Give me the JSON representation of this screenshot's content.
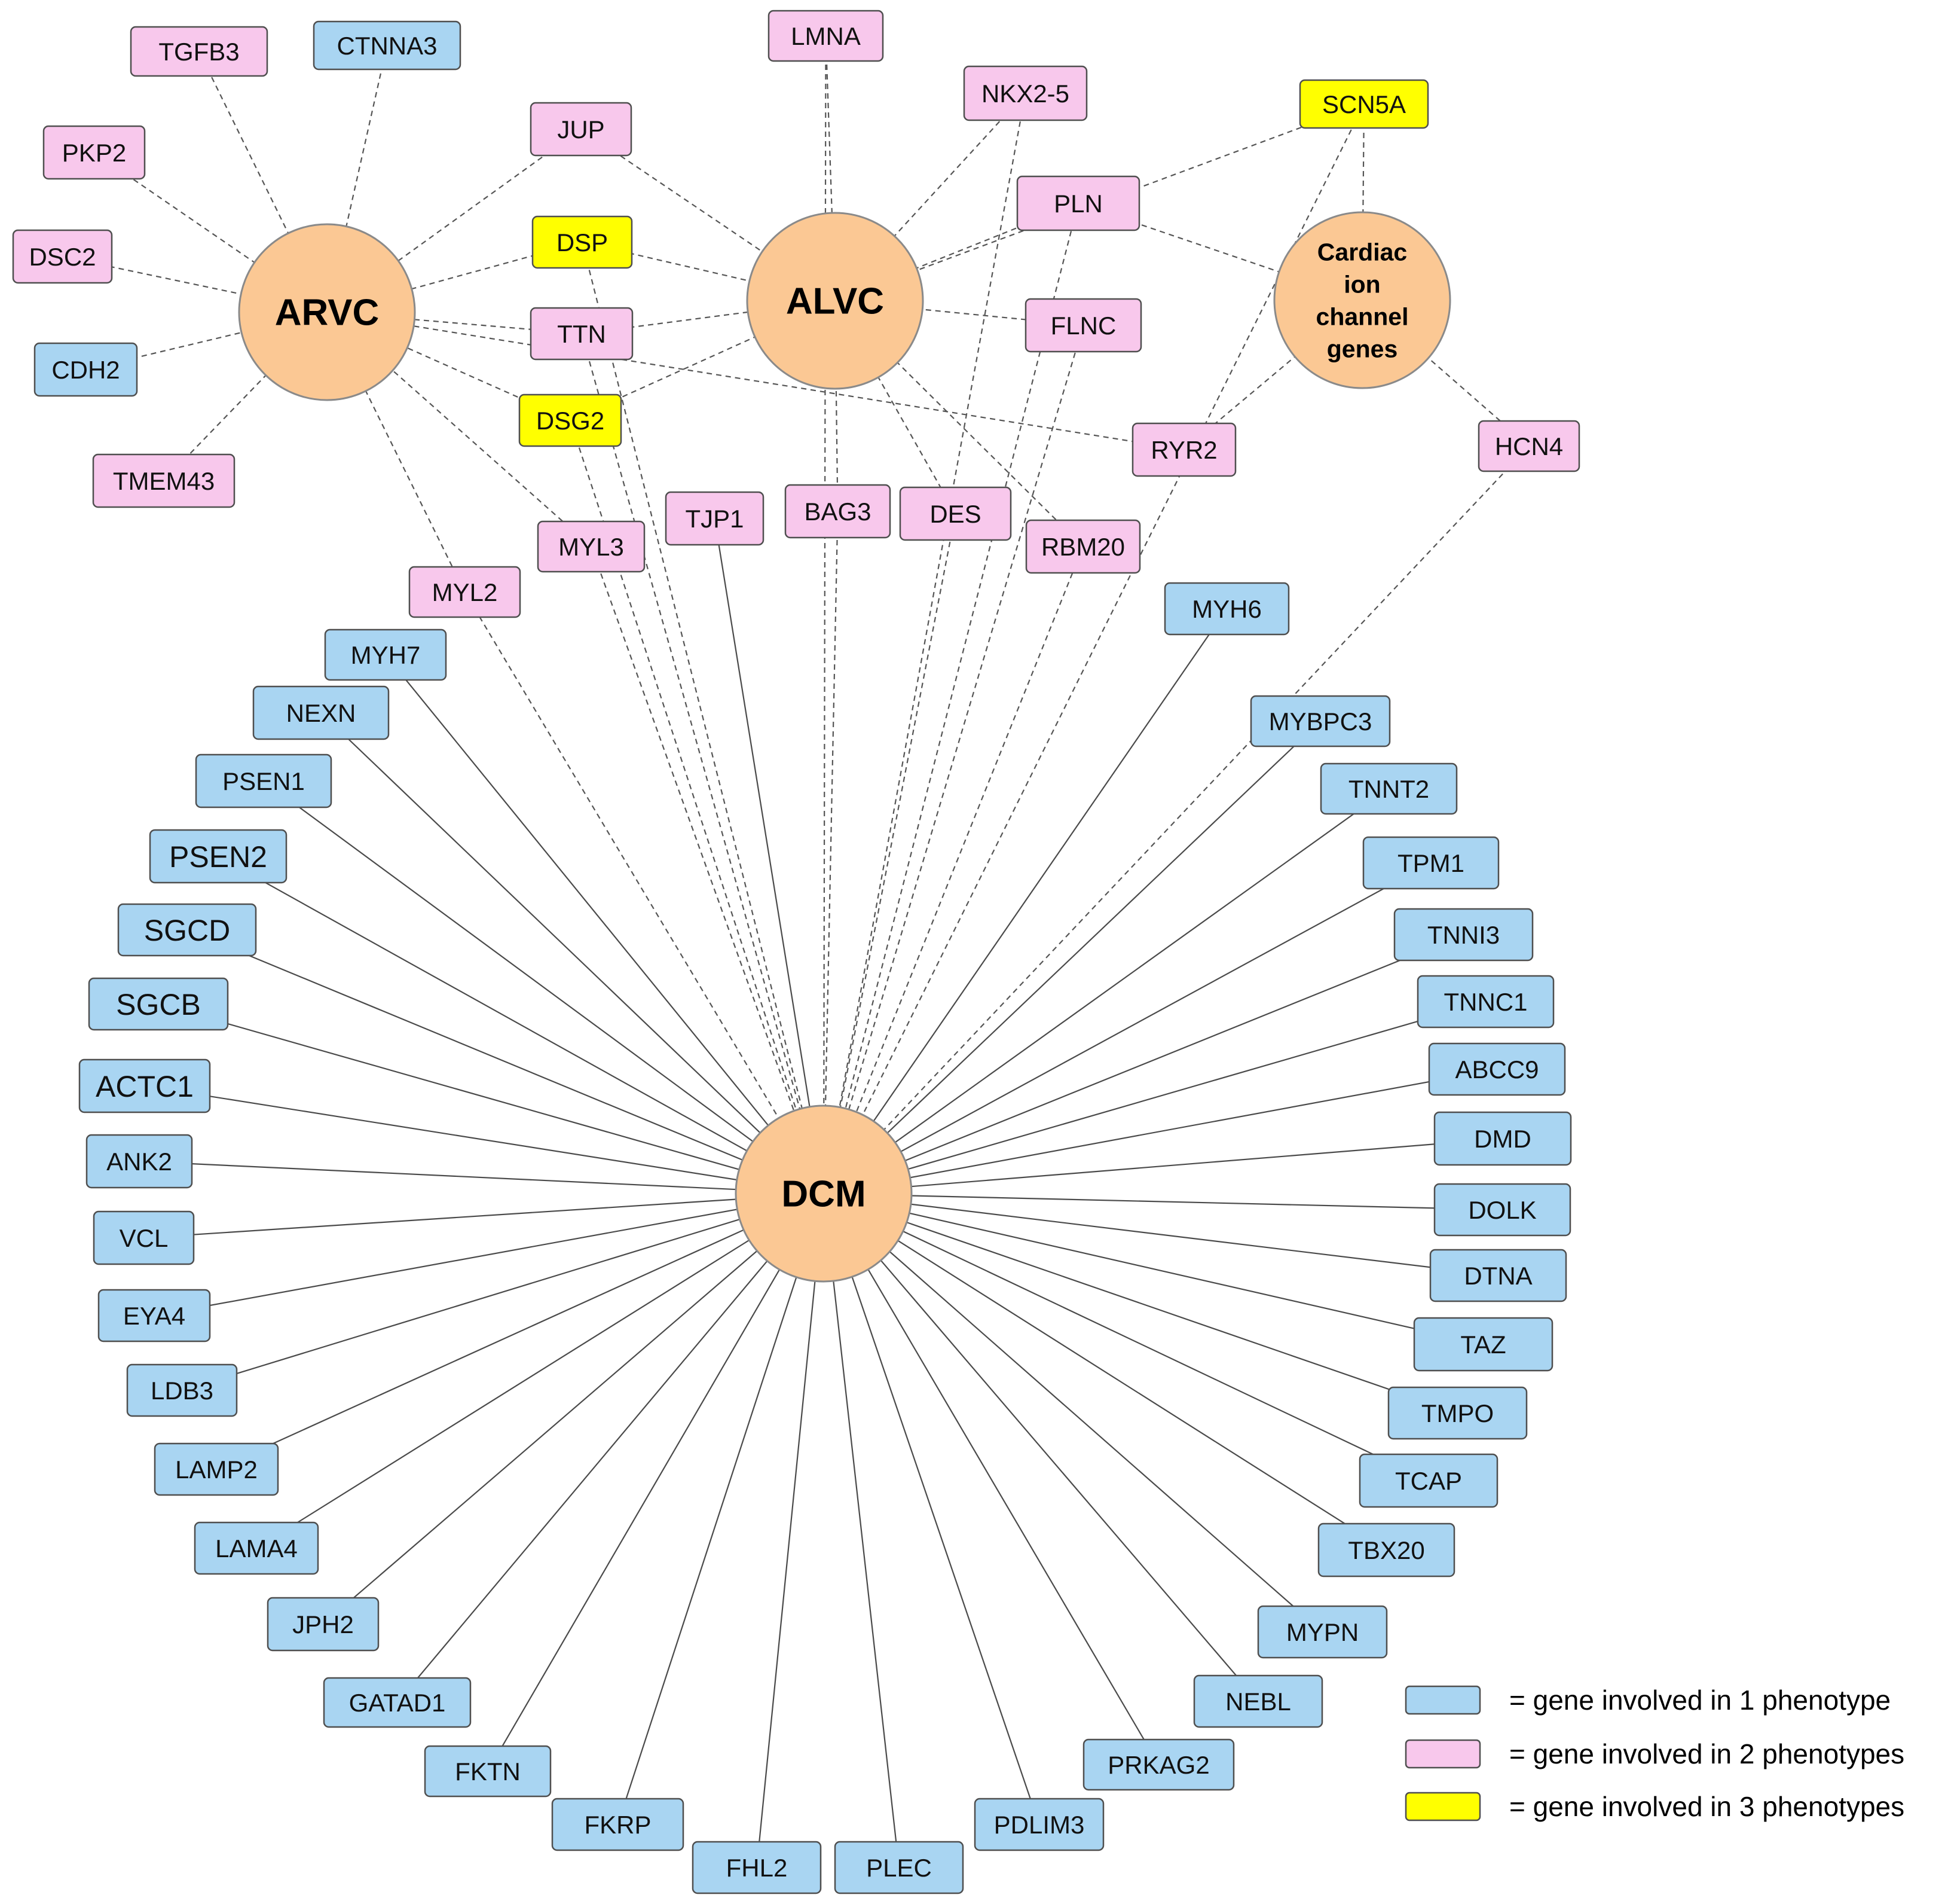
{
  "colors": {
    "one_phenotype": "#a9d5f2",
    "two_phenotypes": "#f8c8ec",
    "three_phenotypes": "#ffff00",
    "hub": "#fbc894"
  },
  "hubs": [
    {
      "id": "ARVC",
      "label_lines": [
        "ARVC"
      ]
    },
    {
      "id": "ALVC",
      "label_lines": [
        "ALVC"
      ]
    },
    {
      "id": "ION",
      "label_lines": [
        "Cardiac",
        "ion",
        "channel",
        "genes"
      ]
    },
    {
      "id": "DCM",
      "label_lines": [
        "DCM"
      ]
    }
  ],
  "genes": [
    {
      "label": "TGFB3",
      "phenotypes": 2,
      "links": [
        "ARVC"
      ]
    },
    {
      "label": "CTNNA3",
      "phenotypes": 1,
      "links": [
        "ARVC"
      ]
    },
    {
      "label": "PKP2",
      "phenotypes": 2,
      "links": [
        "ARVC"
      ]
    },
    {
      "label": "DSC2",
      "phenotypes": 2,
      "links": [
        "ARVC"
      ]
    },
    {
      "label": "CDH2",
      "phenotypes": 1,
      "links": [
        "ARVC"
      ]
    },
    {
      "label": "TMEM43",
      "phenotypes": 2,
      "links": [
        "ARVC"
      ]
    },
    {
      "label": "JUP",
      "phenotypes": 2,
      "links": [
        "ARVC",
        "ALVC"
      ]
    },
    {
      "label": "DSP",
      "phenotypes": 3,
      "links": [
        "ARVC",
        "ALVC",
        "DCM"
      ]
    },
    {
      "label": "TTN",
      "phenotypes": 2,
      "links": [
        "ARVC",
        "ALVC",
        "DCM"
      ]
    },
    {
      "label": "DSG2",
      "phenotypes": 3,
      "links": [
        "ARVC",
        "ALVC",
        "DCM"
      ]
    },
    {
      "label": "MYL3",
      "phenotypes": 2,
      "links": [
        "ARVC",
        "DCM"
      ]
    },
    {
      "label": "MYL2",
      "phenotypes": 2,
      "links": [
        "ARVC",
        "DCM"
      ]
    },
    {
      "label": "LMNA",
      "phenotypes": 2,
      "links": [
        "ALVC",
        "DCM"
      ]
    },
    {
      "label": "NKX2-5",
      "phenotypes": 2,
      "links": [
        "ALVC",
        "DCM"
      ]
    },
    {
      "label": "PLN",
      "phenotypes": 2,
      "links": [
        "ALVC",
        "DCM",
        "ION"
      ]
    },
    {
      "label": "FLNC",
      "phenotypes": 2,
      "links": [
        "ALVC",
        "DCM"
      ]
    },
    {
      "label": "SCN5A",
      "phenotypes": 3,
      "links": [
        "ION",
        "ALVC",
        "DCM"
      ]
    },
    {
      "label": "TJP1",
      "phenotypes": 2,
      "links": [
        "DCM"
      ]
    },
    {
      "label": "BAG3",
      "phenotypes": 2,
      "links": [
        "ALVC",
        "DCM"
      ]
    },
    {
      "label": "DES",
      "phenotypes": 2,
      "links": [
        "ALVC",
        "DCM"
      ]
    },
    {
      "label": "RBM20",
      "phenotypes": 2,
      "links": [
        "ALVC",
        "DCM"
      ]
    },
    {
      "label": "RYR2",
      "phenotypes": 2,
      "links": [
        "ARVC",
        "ION"
      ]
    },
    {
      "label": "HCN4",
      "phenotypes": 2,
      "links": [
        "ION",
        "DCM"
      ]
    },
    {
      "label": "MYH7",
      "phenotypes": 1,
      "links": [
        "DCM"
      ]
    },
    {
      "label": "NEXN",
      "phenotypes": 1,
      "links": [
        "DCM"
      ]
    },
    {
      "label": "PSEN1",
      "phenotypes": 1,
      "links": [
        "DCM"
      ]
    },
    {
      "label": "PSEN2",
      "phenotypes": 1,
      "links": [
        "DCM"
      ]
    },
    {
      "label": "SGCD",
      "phenotypes": 1,
      "links": [
        "DCM"
      ]
    },
    {
      "label": "SGCB",
      "phenotypes": 1,
      "links": [
        "DCM"
      ]
    },
    {
      "label": "ACTC1",
      "phenotypes": 1,
      "links": [
        "DCM"
      ]
    },
    {
      "label": "ANK2",
      "phenotypes": 1,
      "links": [
        "DCM"
      ]
    },
    {
      "label": "VCL",
      "phenotypes": 1,
      "links": [
        "DCM"
      ]
    },
    {
      "label": "EYA4",
      "phenotypes": 1,
      "links": [
        "DCM"
      ]
    },
    {
      "label": "LDB3",
      "phenotypes": 1,
      "links": [
        "DCM"
      ]
    },
    {
      "label": "LAMP2",
      "phenotypes": 1,
      "links": [
        "DCM"
      ]
    },
    {
      "label": "LAMA4",
      "phenotypes": 1,
      "links": [
        "DCM"
      ]
    },
    {
      "label": "JPH2",
      "phenotypes": 1,
      "links": [
        "DCM"
      ]
    },
    {
      "label": "GATAD1",
      "phenotypes": 1,
      "links": [
        "DCM"
      ]
    },
    {
      "label": "FKTN",
      "phenotypes": 1,
      "links": [
        "DCM"
      ]
    },
    {
      "label": "FKRP",
      "phenotypes": 1,
      "links": [
        "DCM"
      ]
    },
    {
      "label": "FHL2",
      "phenotypes": 1,
      "links": [
        "DCM"
      ]
    },
    {
      "label": "PLEC",
      "phenotypes": 1,
      "links": [
        "DCM"
      ]
    },
    {
      "label": "PDLIM3",
      "phenotypes": 1,
      "links": [
        "DCM"
      ]
    },
    {
      "label": "PRKAG2",
      "phenotypes": 1,
      "links": [
        "DCM"
      ]
    },
    {
      "label": "NEBL",
      "phenotypes": 1,
      "links": [
        "DCM"
      ]
    },
    {
      "label": "MYPN",
      "phenotypes": 1,
      "links": [
        "DCM"
      ]
    },
    {
      "label": "TBX20",
      "phenotypes": 1,
      "links": [
        "DCM"
      ]
    },
    {
      "label": "TCAP",
      "phenotypes": 1,
      "links": [
        "DCM"
      ]
    },
    {
      "label": "TMPO",
      "phenotypes": 1,
      "links": [
        "DCM"
      ]
    },
    {
      "label": "TAZ",
      "phenotypes": 1,
      "links": [
        "DCM"
      ]
    },
    {
      "label": "DTNA",
      "phenotypes": 1,
      "links": [
        "DCM"
      ]
    },
    {
      "label": "DOLK",
      "phenotypes": 1,
      "links": [
        "DCM"
      ]
    },
    {
      "label": "DMD",
      "phenotypes": 1,
      "links": [
        "DCM"
      ]
    },
    {
      "label": "ABCC9",
      "phenotypes": 1,
      "links": [
        "DCM"
      ]
    },
    {
      "label": "TNNC1",
      "phenotypes": 1,
      "links": [
        "DCM"
      ]
    },
    {
      "label": "TNNI3",
      "phenotypes": 1,
      "links": [
        "DCM"
      ]
    },
    {
      "label": "TPM1",
      "phenotypes": 1,
      "links": [
        "DCM"
      ]
    },
    {
      "label": "TNNT2",
      "phenotypes": 1,
      "links": [
        "DCM"
      ]
    },
    {
      "label": "MYBPC3",
      "phenotypes": 1,
      "links": [
        "DCM"
      ]
    },
    {
      "label": "MYH6",
      "phenotypes": 1,
      "links": [
        "DCM"
      ]
    }
  ],
  "legend": [
    {
      "phenotypes": 1,
      "text": "= gene involved in 1 phenotype"
    },
    {
      "phenotypes": 2,
      "text": "= gene involved in 2 phenotypes"
    },
    {
      "phenotypes": 3,
      "text": "= gene involved in 3 phenotypes"
    }
  ]
}
